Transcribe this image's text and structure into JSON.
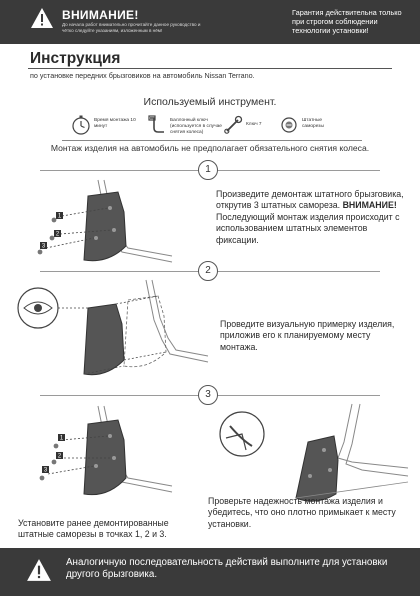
{
  "header": {
    "warning_title": "ВНИМАНИЕ!",
    "warning_text": "До начала работ внимательно прочитайте данное руководство и чётко следуйте указаниям, изложенным в нём!",
    "guarantee_text": "Гарантия действительна только при строгом соблюдении технологии установки!"
  },
  "doc": {
    "title": "Инструкция",
    "subtitle": "по установке передних брызговиков на автомобиль Nissan Terrano."
  },
  "tools": {
    "heading": "Используемый инструмент.",
    "items": [
      {
        "label": "Время монтажа 10 минут",
        "icon": "stopwatch-icon"
      },
      {
        "label": "Баллонный ключ (используется в случае снятия колеса)",
        "icon": "lug-wrench-icon"
      },
      {
        "label": "Ключ 7",
        "icon": "wrench-icon"
      },
      {
        "label": "Штатные саморезы",
        "icon": "screws-icon"
      }
    ],
    "note": "Монтаж изделия на автомобиль не предполагает обязательного снятия колеса."
  },
  "steps": [
    {
      "number": "1",
      "text_pre": "Произведите демонтаж штатного брызговика, открутив 3 штатных самореза.",
      "text_bold": "ВНИМАНИЕ!",
      "text_post": "Последующий монтаж изделия происходит с использованием штатных элементов фиксации."
    },
    {
      "number": "2",
      "text": "Проведите визуальную примерку изделия, приложив его к планируемому месту монтажа."
    },
    {
      "number": "3",
      "text_left": "Установите ранее демонтированные штатные саморезы в точках 1, 2 и 3.",
      "text_right": "Проверьте надежность монтажа изделия и убедитесь, что оно плотно примыкает к месту установки."
    }
  ],
  "callouts": [
    "1",
    "2",
    "3"
  ],
  "footer": {
    "final_text": "Аналогичную последовательность действий выполните для установки другого брызговика."
  },
  "colors": {
    "dark_bar": "#3a3a3a",
    "mudflap": "#555555",
    "line": "#9a9a9a"
  }
}
